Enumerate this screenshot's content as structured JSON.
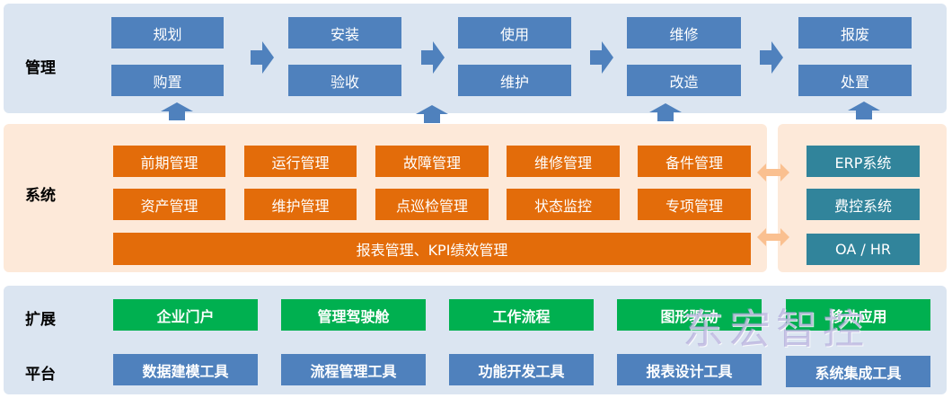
{
  "rows": {
    "management": "管理",
    "system": "系统",
    "ext": "扩展",
    "platform": "平台"
  },
  "management": {
    "top": [
      "规划",
      "安装",
      "使用",
      "维修",
      "报废"
    ],
    "bottom": [
      "购置",
      "验收",
      "维护",
      "改造",
      "处置"
    ]
  },
  "system": {
    "row1": [
      "前期管理",
      "运行管理",
      "故障管理",
      "维修管理",
      "备件管理"
    ],
    "row2": [
      "资产管理",
      "维护管理",
      "点巡检管理",
      "状态监控",
      "专项管理"
    ],
    "wide": "报表管理、KPI绩效管理"
  },
  "external": [
    "ERP系统",
    "费控系统",
    "OA / HR"
  ],
  "platform": {
    "ext_row": [
      "企业门户",
      "管理驾驶舱",
      "工作流程",
      "图形驱动",
      "移动应用"
    ],
    "tools_row": [
      "数据建模工具",
      "流程管理工具",
      "功能开发工具",
      "报表设计工具",
      "系统集成工具"
    ]
  },
  "watermark": "东宏智控",
  "colors": {
    "blue": "#4f81bd",
    "orange": "#e36c0a",
    "teal": "#31849b",
    "green": "#00b050",
    "light_blue_panel": "#dbe5f1",
    "light_orange_panel": "#fde9d9",
    "arrow_orange": "#fac090"
  }
}
